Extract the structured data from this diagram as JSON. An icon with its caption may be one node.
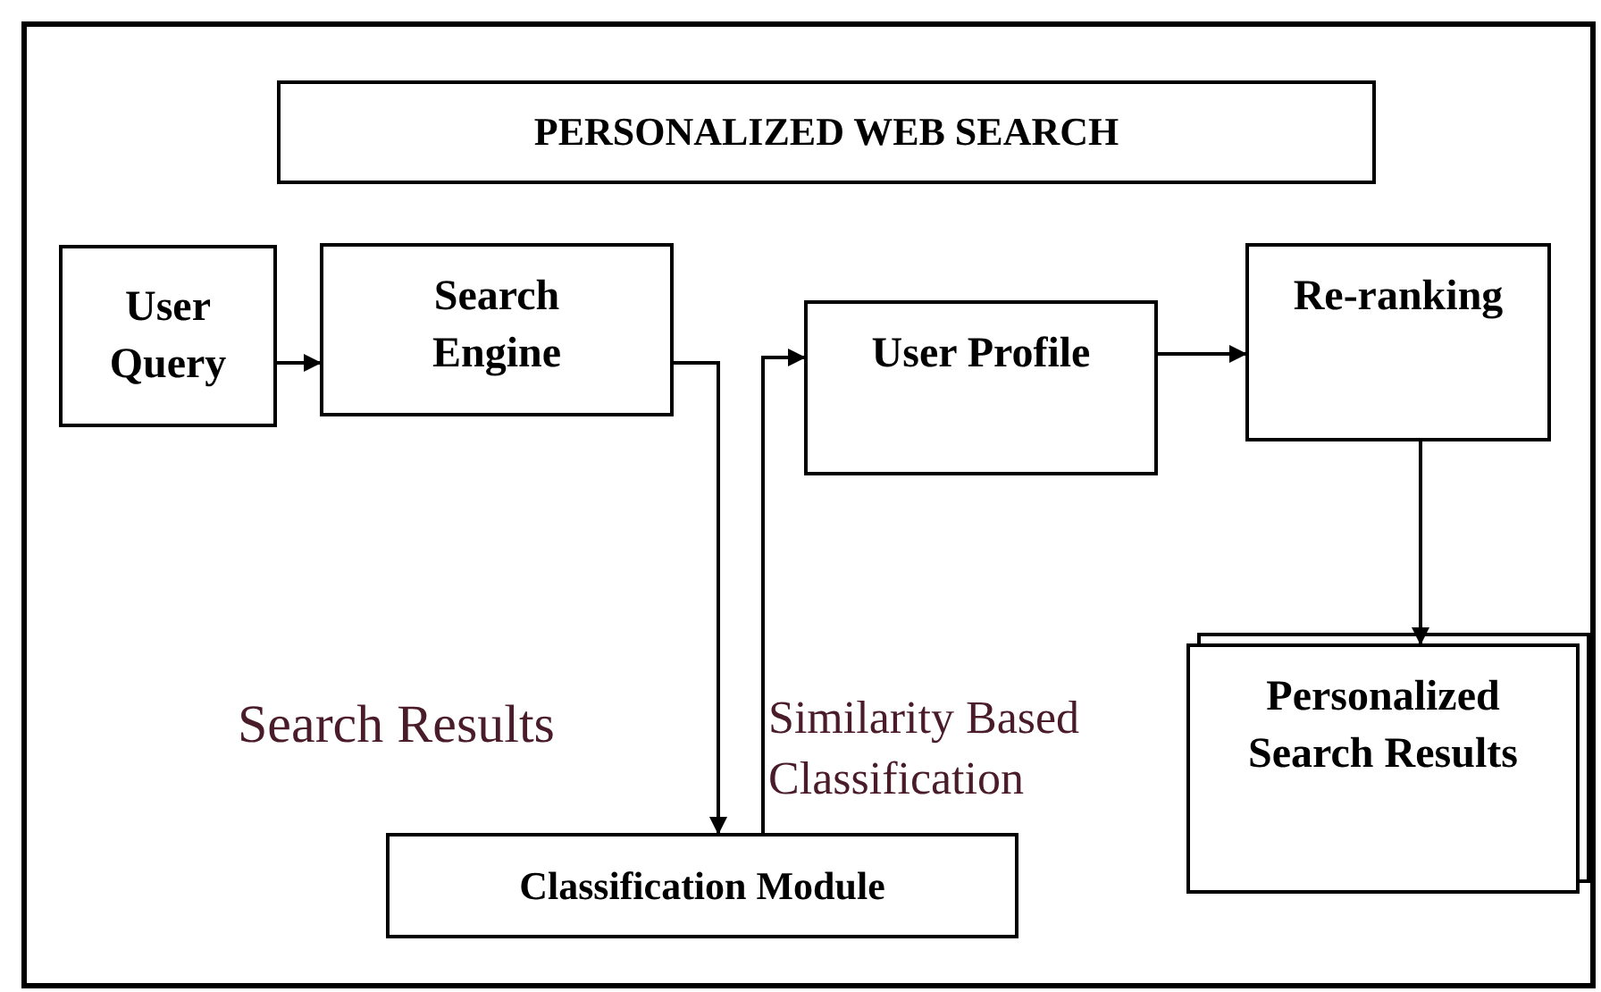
{
  "diagram": {
    "nodes": [
      {
        "text": [
          "PERSONALIZED WEB SEARCH"
        ]
      },
      {
        "text": [
          "User Query"
        ]
      },
      {
        "text": [
          "Search Engine"
        ]
      },
      {
        "text": [
          "User Profile"
        ]
      },
      {
        "text": [
          "Re-ranking"
        ]
      },
      {
        "text": [
          "Personalized Search Results"
        ]
      },
      {
        "text": [
          "Classification Module"
        ]
      }
    ],
    "edges": [
      {
        "from": 1,
        "to": 2,
        "arrow": "to"
      },
      {
        "from": 2,
        "to": 6,
        "arrow": "to",
        "label": "Search Results"
      },
      {
        "from": 6,
        "to": 3,
        "arrow": "to",
        "label": "Similarity Based Classification"
      },
      {
        "from": 3,
        "to": 4,
        "arrow": "to"
      },
      {
        "from": 4,
        "to": 5,
        "arrow": "to"
      }
    ]
  }
}
